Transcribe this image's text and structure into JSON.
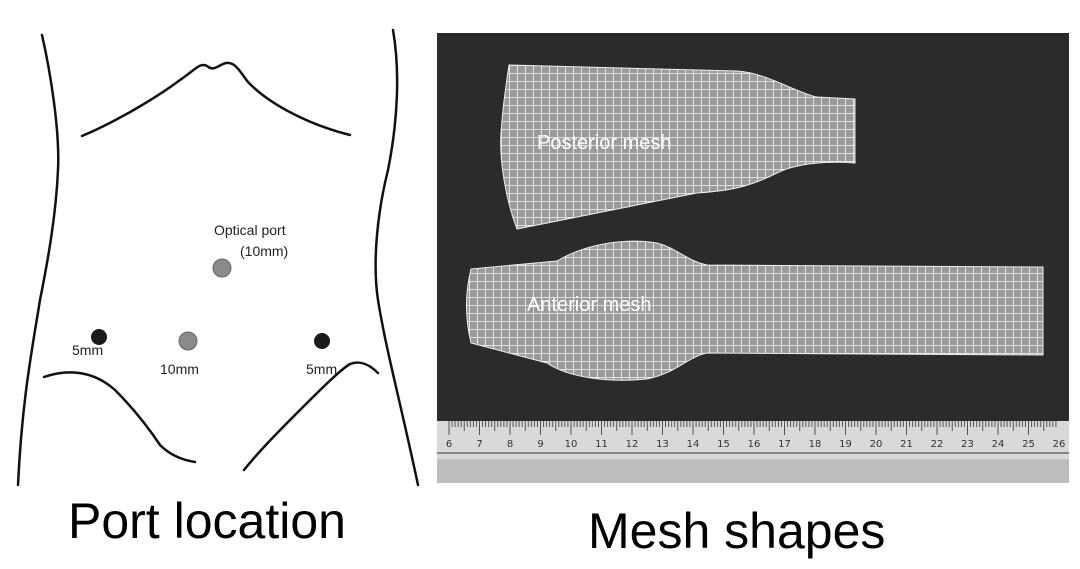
{
  "port_location": {
    "caption": "Port location",
    "ports": [
      {
        "id": "optical",
        "label_line1": "Optical port",
        "label_line2": "(10mm)",
        "color": "#8a8a8a"
      },
      {
        "id": "umbilical",
        "label": "10mm",
        "color": "#8a8a8a"
      },
      {
        "id": "left",
        "label": "5mm",
        "color": "#1a1a1a"
      },
      {
        "id": "right",
        "label": "5mm",
        "color": "#1a1a1a"
      }
    ]
  },
  "mesh_shapes": {
    "caption": "Mesh shapes",
    "posterior_label": "Posterior mesh",
    "anterior_label": "Anterior mesh",
    "background_color": "#2b2b2b",
    "ruler_numbers": [
      "6",
      "7",
      "8",
      "9",
      "10",
      "11",
      "12",
      "13",
      "14",
      "15",
      "16",
      "17",
      "18",
      "19",
      "20",
      "21",
      "22",
      "23",
      "24",
      "25",
      "26"
    ]
  }
}
